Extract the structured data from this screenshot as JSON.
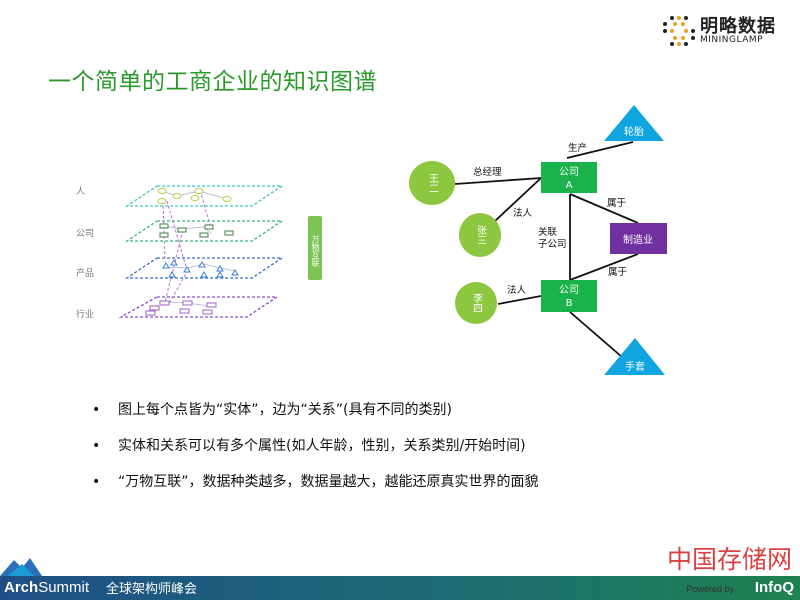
{
  "header": {
    "title": "一个简单的工商企业的知识图谱",
    "logo_cn": "明略数据",
    "logo_en": "MININGLAMP"
  },
  "layer_diagram": {
    "layers": [
      "人",
      "公司",
      "产品",
      "行业"
    ],
    "side_label": "万物互联"
  },
  "graph": {
    "nodes": {
      "wanger": "王二",
      "zhangsan": "张三",
      "lisi": "李四",
      "company_a_1": "公司",
      "company_a_2": "A",
      "company_b_1": "公司",
      "company_b_2": "B",
      "industry": "制造业",
      "tire": "轮胎",
      "glove": "手套"
    },
    "edges": {
      "produce": "生产",
      "gm": "总经理",
      "legal_a": "法人",
      "related_1": "关联",
      "related_2": "子公司",
      "belongs_a": "属于",
      "belongs_b": "属于",
      "legal_b": "法人"
    },
    "colors": {
      "person": "#8dc63f",
      "company": "#19b24b",
      "industry": "#7030a0",
      "product": "#10a5e0"
    }
  },
  "bullets": [
    "图上每个点皆为“实体”，边为“关系”(具有不同的类别)",
    "实体和关系可以有多个属性(如人年龄，性别，关系类别/开始时间)",
    "“万物互联”，数据种类越多，数据量越大，越能还原真实世界的面貌"
  ],
  "bullet_symbol": "•",
  "footer": {
    "brand_bold": "Arch",
    "brand_rest": "Summit",
    "event": "全球架构师峰会",
    "powered": "Powered by",
    "infoq": "InfoQ",
    "watermark": "中国存储网"
  }
}
